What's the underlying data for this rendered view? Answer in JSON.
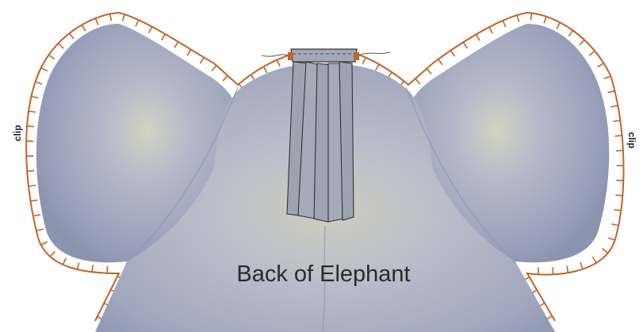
{
  "labels": {
    "clip_left": "clip",
    "clip_right": "clip",
    "title": "Back of Elephant"
  },
  "colors": {
    "fabric": "#a7adc3",
    "fabric_dark": "#7e86a5",
    "fabric_light": "#d8d7bf",
    "seam_line": "#c0642a",
    "tag": "#9ea3b2",
    "outline": "#333333",
    "thread": "#555555"
  }
}
